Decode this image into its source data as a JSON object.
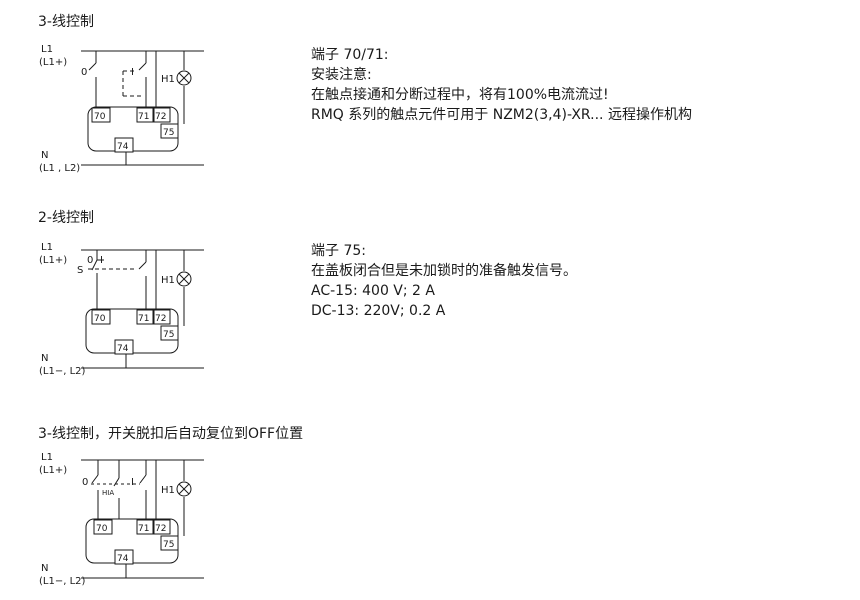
{
  "sections": [
    {
      "title": "3-线控制",
      "diagram": {
        "rail_top": "L1",
        "rail_top_sub": "(L1+)",
        "rail_bottom": "N",
        "rail_bottom_sub": "(L1    , L2)",
        "off_label": "0",
        "on_label": "I",
        "lamp_label": "H1",
        "terminals": [
          "70",
          "71",
          "72",
          "75",
          "74"
        ]
      },
      "note_lines": [
        "端子 70/71:",
        "安装注意:",
        "在触点接通和分断过程中，将有100%电流流过!",
        "RMQ 系列的触点元件可用于 NZM2(3,4)-XR... 远程操作机构"
      ]
    },
    {
      "title": "2-线控制",
      "diagram": {
        "rail_top": "L1",
        "rail_top_sub": "(L1+)",
        "rail_bottom": "N",
        "rail_bottom_sub": "(L1−, L2)",
        "off_label": "0",
        "on_label": "I",
        "switch_label": "S",
        "lamp_label": "H1",
        "terminals": [
          "70",
          "71",
          "72",
          "75",
          "74"
        ]
      },
      "note_lines": [
        "端子 75:",
        "在盖板闭合但是未加锁时的准备触发信号。",
        "AC-15: 400 V;  2 A",
        "DC-13: 220V;  0.2 A"
      ]
    },
    {
      "title": "3-线控制，开关脱扣后自动复位到OFF位置",
      "diagram": {
        "rail_top": "L1",
        "rail_top_sub": "(L1+)",
        "rail_bottom": "N",
        "rail_bottom_sub": "(L1−, L2)",
        "off_label": "0",
        "on_label": "I",
        "hia_label": "HIA",
        "lamp_label": "H1",
        "terminals": [
          "70",
          "71",
          "72",
          "75",
          "74"
        ]
      },
      "note_lines": []
    }
  ],
  "colors": {
    "text": "#1a1a1a",
    "line": "#1a1a1a",
    "background": "#ffffff"
  }
}
